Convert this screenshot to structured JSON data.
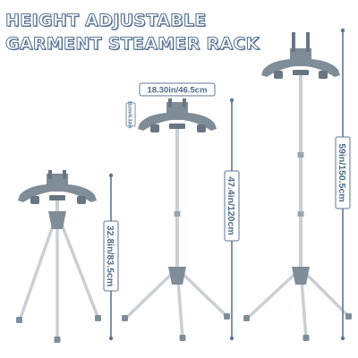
{
  "headline": {
    "line1": "HEIGHT ADJUSTABLE",
    "line2": "GARMENT STEAMER RACK"
  },
  "dimensions": {
    "width": "18.30in/46.5cm",
    "hanger_gap": "11cm/4.33in",
    "height_min": "32.8in/83.5cm",
    "height_mid": "47.4in/120cm",
    "height_max": "59in/150.5cm"
  },
  "colors": {
    "headline_stroke": "#5b7696",
    "dimension": "#5b7696",
    "label_box_fill": "#ffffff",
    "label_box_stroke": "#5b7696",
    "pole": "#c9cfd4",
    "plastic": "#7f8d99",
    "plastic_dark": "#687684"
  }
}
